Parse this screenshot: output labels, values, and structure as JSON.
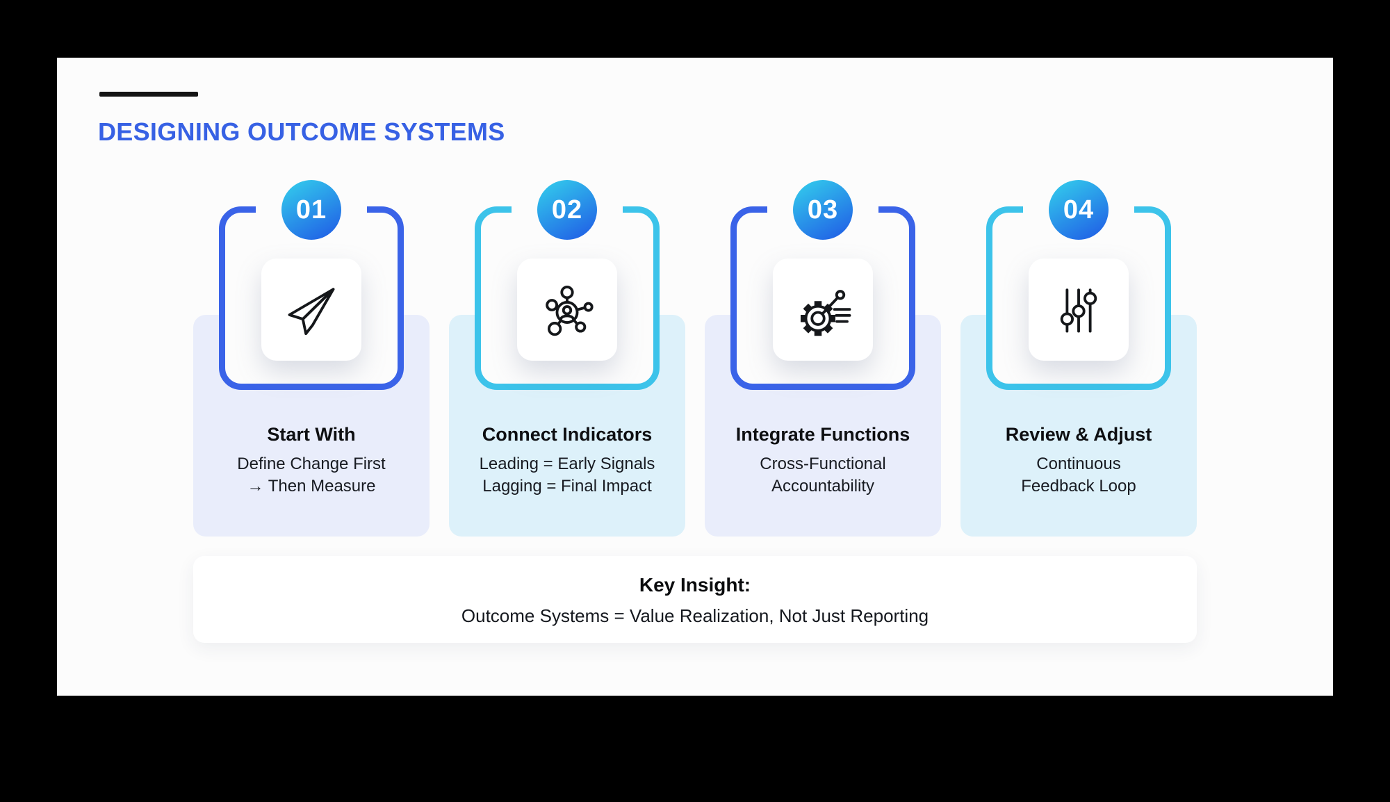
{
  "header": {
    "title": "DESIGNING OUTCOME SYSTEMS",
    "title_color": "#3761E4",
    "accent_line_color": "#141414"
  },
  "badge_gradient": {
    "from": "#33CBEC",
    "to": "#2164E6"
  },
  "steps": [
    {
      "number": "01",
      "title": "Start With",
      "lines": [
        "Define Change First",
        "→ Then Measure"
      ],
      "icon": "paper-plane-icon",
      "frame_border_color": "#3A63E8",
      "panel_bg": "#E9EDFB"
    },
    {
      "number": "02",
      "title": "Connect Indicators",
      "lines": [
        "Leading = Early Signals",
        "Lagging = Final Impact"
      ],
      "icon": "network-hub-icon",
      "frame_border_color": "#3CC3EA",
      "panel_bg": "#DDF1FA"
    },
    {
      "number": "03",
      "title": "Integrate Functions",
      "lines": [
        "Cross-Functional",
        "Accountability"
      ],
      "icon": "gear-progress-icon",
      "frame_border_color": "#3A63E8",
      "panel_bg": "#E9EDFB"
    },
    {
      "number": "04",
      "title": "Review & Adjust",
      "lines": [
        "Continuous",
        "Feedback Loop"
      ],
      "icon": "sliders-icon",
      "frame_border_color": "#3CC3EA",
      "panel_bg": "#DDF1FA"
    }
  ],
  "key_insight": {
    "title": "Key Insight:",
    "text": "Outcome Systems = Value Realization, Not Just Reporting"
  }
}
